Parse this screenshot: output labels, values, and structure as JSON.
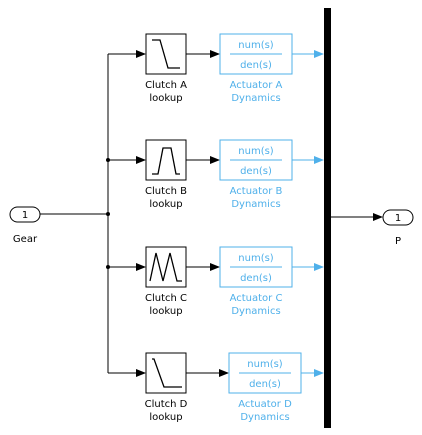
{
  "colors": {
    "line": "#000000",
    "tf_block": "#4fb0ea",
    "tf_text": "#4fb0ea",
    "block_fill": "#ffffff",
    "mux_bar": "#000000"
  },
  "inport": {
    "number": "1",
    "name": "Gear"
  },
  "outport": {
    "number": "1",
    "name": "P"
  },
  "clutches": [
    {
      "lookup_name_line1": "Clutch A",
      "lookup_name_line2": "lookup",
      "lookup_icon": "clutch-a-curve-icon",
      "tf_num": "num(s)",
      "tf_den": "den(s)",
      "actuator_line1": "Actuator A",
      "actuator_line2": "Dynamics"
    },
    {
      "lookup_name_line1": "Clutch B",
      "lookup_name_line2": "lookup",
      "lookup_icon": "clutch-b-curve-icon",
      "tf_num": "num(s)",
      "tf_den": "den(s)",
      "actuator_line1": "Actuator B",
      "actuator_line2": "Dynamics"
    },
    {
      "lookup_name_line1": "Clutch C",
      "lookup_name_line2": "lookup",
      "lookup_icon": "clutch-c-curve-icon",
      "tf_num": "num(s)",
      "tf_den": "den(s)",
      "actuator_line1": "Actuator C",
      "actuator_line2": "Dynamics"
    },
    {
      "lookup_name_line1": "Clutch D",
      "lookup_name_line2": "lookup",
      "lookup_icon": "clutch-d-curve-icon",
      "tf_num": "num(s)",
      "tf_den": "den(s)",
      "actuator_line1": "Actuator D",
      "actuator_line2": "Dynamics"
    }
  ]
}
